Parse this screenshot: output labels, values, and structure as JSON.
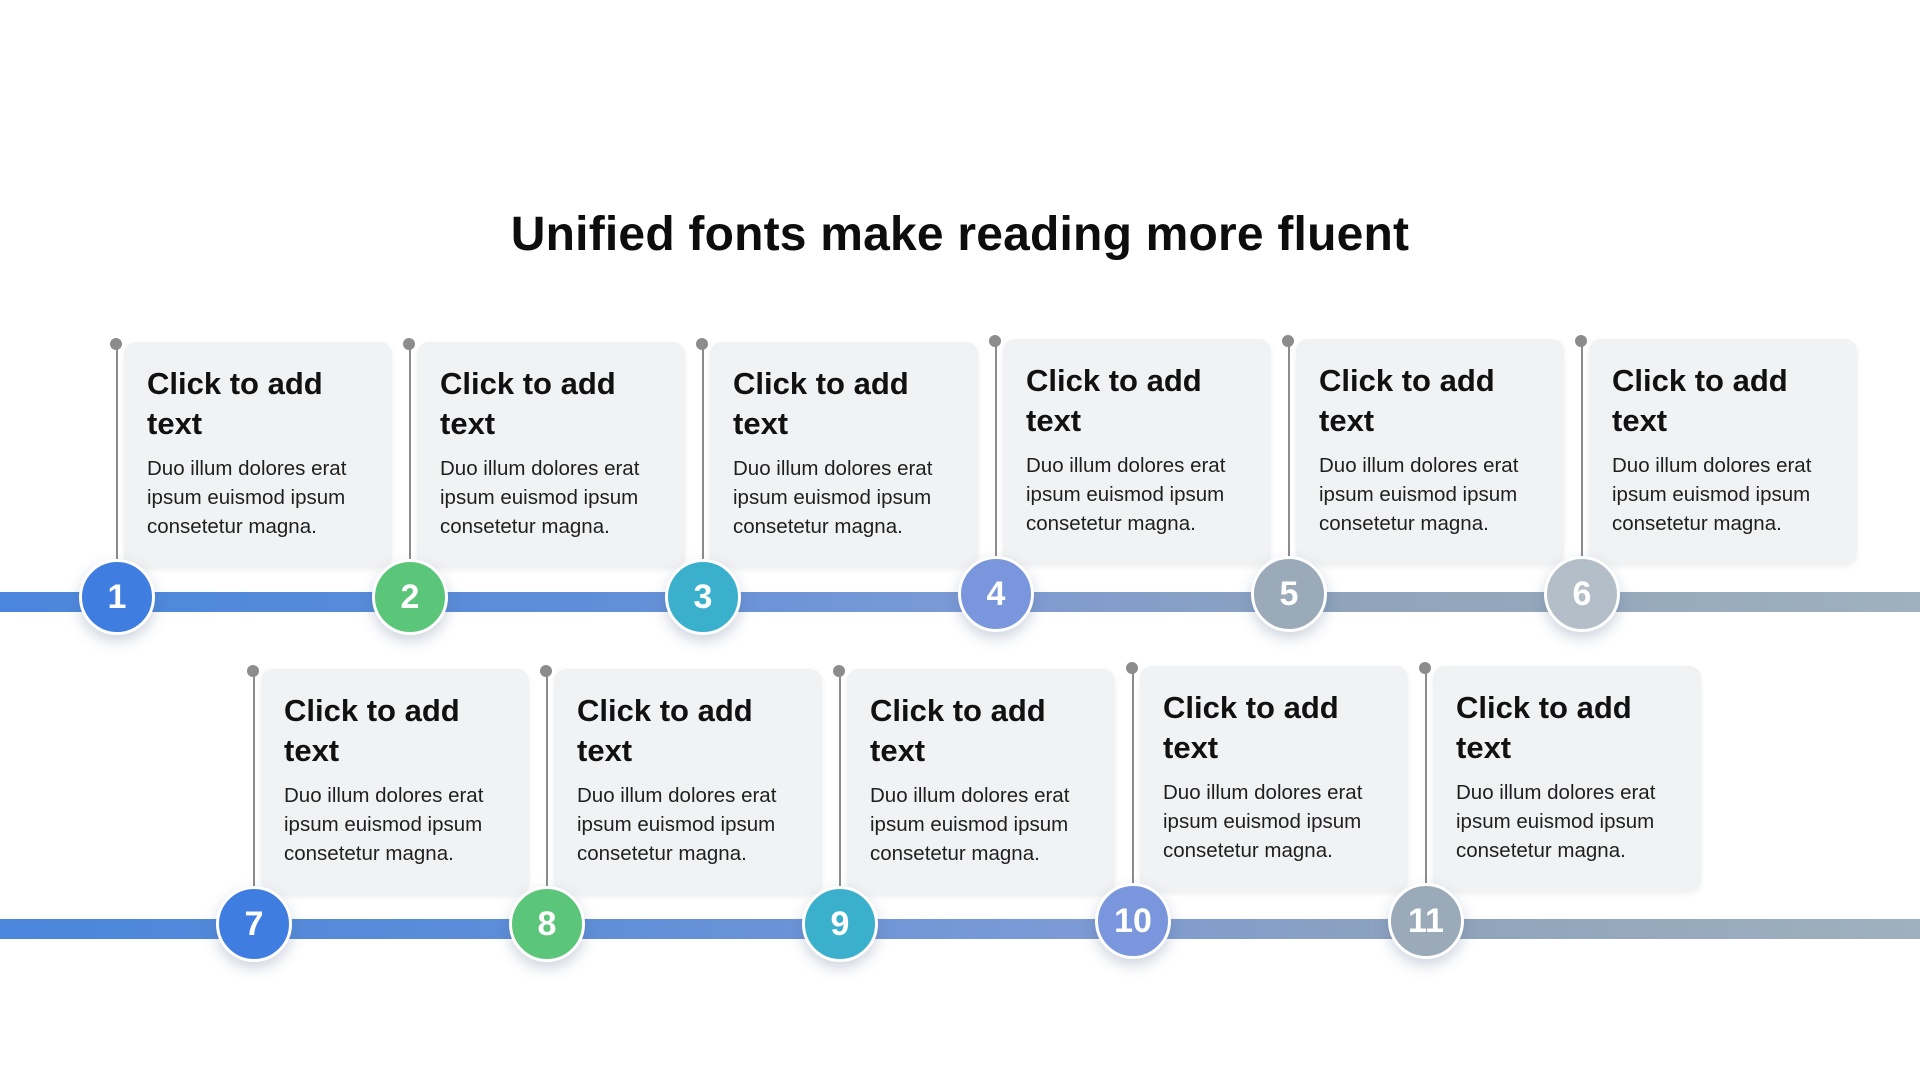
{
  "title": "Unified fonts make reading more fluent",
  "colors": {
    "blue": "#3f7ee0",
    "green": "#5bc67a",
    "teal": "#3bb0cc",
    "periwinkle": "#7a96dc",
    "slate": "#9aaab8",
    "silver": "#b3bec8",
    "stem": "#8c8c8c",
    "card": "#f1f2f3"
  },
  "steps": [
    {
      "number": "1",
      "color": "#3f7ee0",
      "title": "Click to add text",
      "body": "Duo illum dolores erat ipsum euismod ipsum consetetur magna."
    },
    {
      "number": "2",
      "color": "#5bc67a",
      "title": "Click to add text",
      "body": "Duo illum dolores erat ipsum euismod ipsum consetetur magna."
    },
    {
      "number": "3",
      "color": "#3bb0cc",
      "title": "Click to add text",
      "body": "Duo illum dolores erat ipsum euismod ipsum consetetur magna."
    },
    {
      "number": "4",
      "color": "#7a96dc",
      "title": "Click to add text",
      "body": "Duo illum dolores erat ipsum euismod ipsum consetetur magna."
    },
    {
      "number": "5",
      "color": "#9aaab8",
      "title": "Click to add text",
      "body": "Duo illum dolores erat ipsum euismod ipsum consetetur magna."
    },
    {
      "number": "6",
      "color": "#b3bec8",
      "title": "Click to add text",
      "body": "Duo illum dolores erat ipsum euismod ipsum consetetur magna."
    },
    {
      "number": "7",
      "color": "#3f7ee0",
      "title": "Click to add text",
      "body": "Duo illum dolores erat ipsum euismod ipsum consetetur magna."
    },
    {
      "number": "8",
      "color": "#5bc67a",
      "title": "Click to add text",
      "body": "Duo illum dolores erat ipsum euismod ipsum consetetur magna."
    },
    {
      "number": "9",
      "color": "#3bb0cc",
      "title": "Click to add text",
      "body": "Duo illum dolores erat ipsum euismod ipsum consetetur magna."
    },
    {
      "number": "10",
      "color": "#7a96dc",
      "title": "Click to add text",
      "body": "Duo illum dolores erat ipsum euismod ipsum consetetur magna."
    },
    {
      "number": "11",
      "color": "#9aaab8",
      "title": "Click to add text",
      "body": "Duo illum dolores erat ipsum euismod ipsum consetetur magna."
    }
  ]
}
